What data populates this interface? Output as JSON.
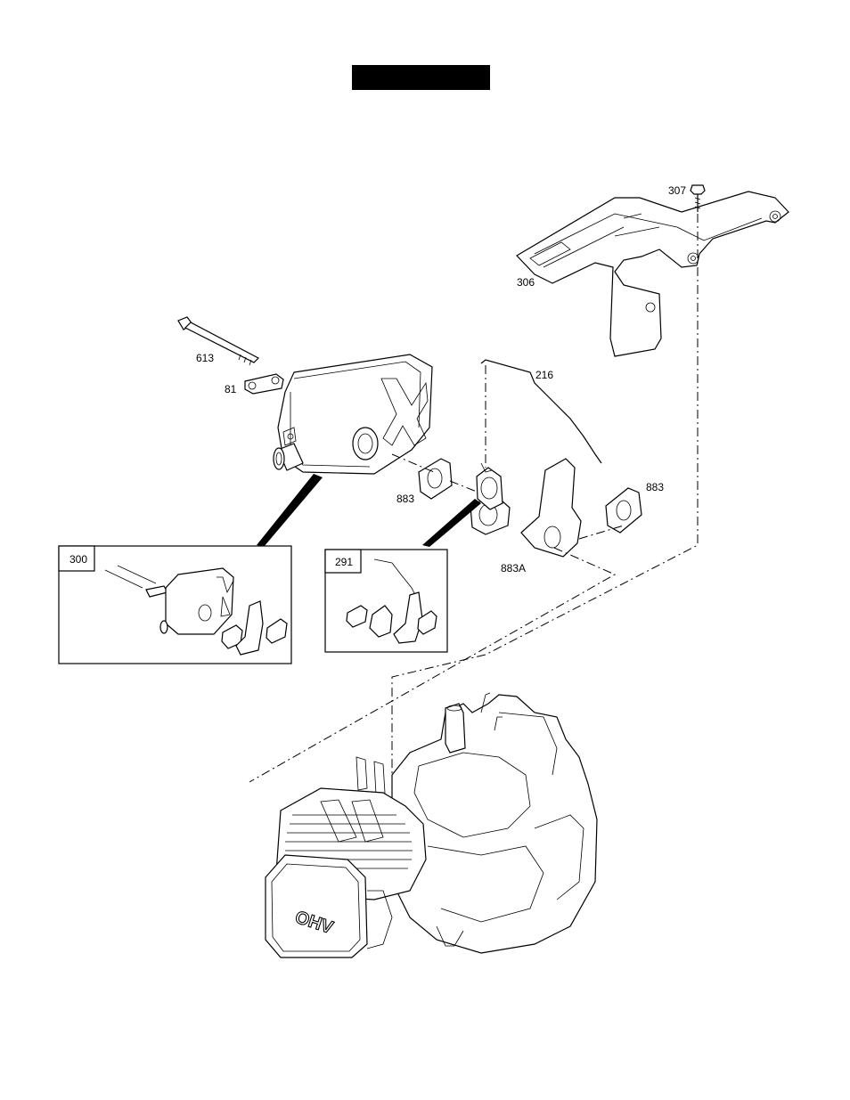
{
  "header": {
    "title_bar_text": ""
  },
  "callouts": {
    "p307": "307",
    "p306": "306",
    "p613": "613",
    "p81": "81",
    "p216": "216",
    "p883_left": "883",
    "p883_right": "883",
    "p883A": "883A"
  },
  "kits": {
    "kit300": {
      "label": "300"
    },
    "kit291": {
      "label": "291"
    }
  },
  "engine": {
    "valve_cover_text": "OHV"
  }
}
